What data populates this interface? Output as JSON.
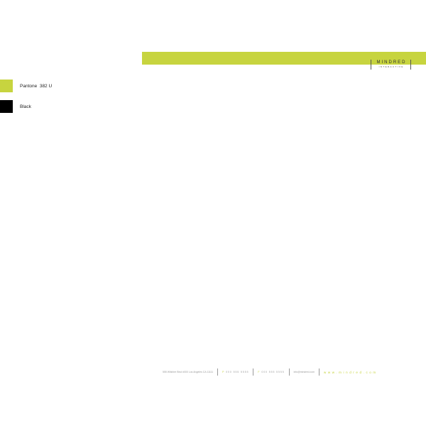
{
  "brand": {
    "name": "MINDRED",
    "tagline": "INTERACTIVE"
  },
  "colors": {
    "accent": "#c7d43f",
    "black": "#000000"
  },
  "swatches": [
    {
      "label": "Pantone  382 U",
      "color": "#c7d43f"
    },
    {
      "label": "Black",
      "color": "#000000"
    }
  ],
  "footer": {
    "address": "555 Wilshire Blvd #000   Los Angeles CA 11111",
    "phone_label": "P",
    "phone": "000 555 5555",
    "fax_label": "F",
    "fax": "000 555 5555",
    "email": "info@mindred.com",
    "website": "www.mindred.com"
  }
}
